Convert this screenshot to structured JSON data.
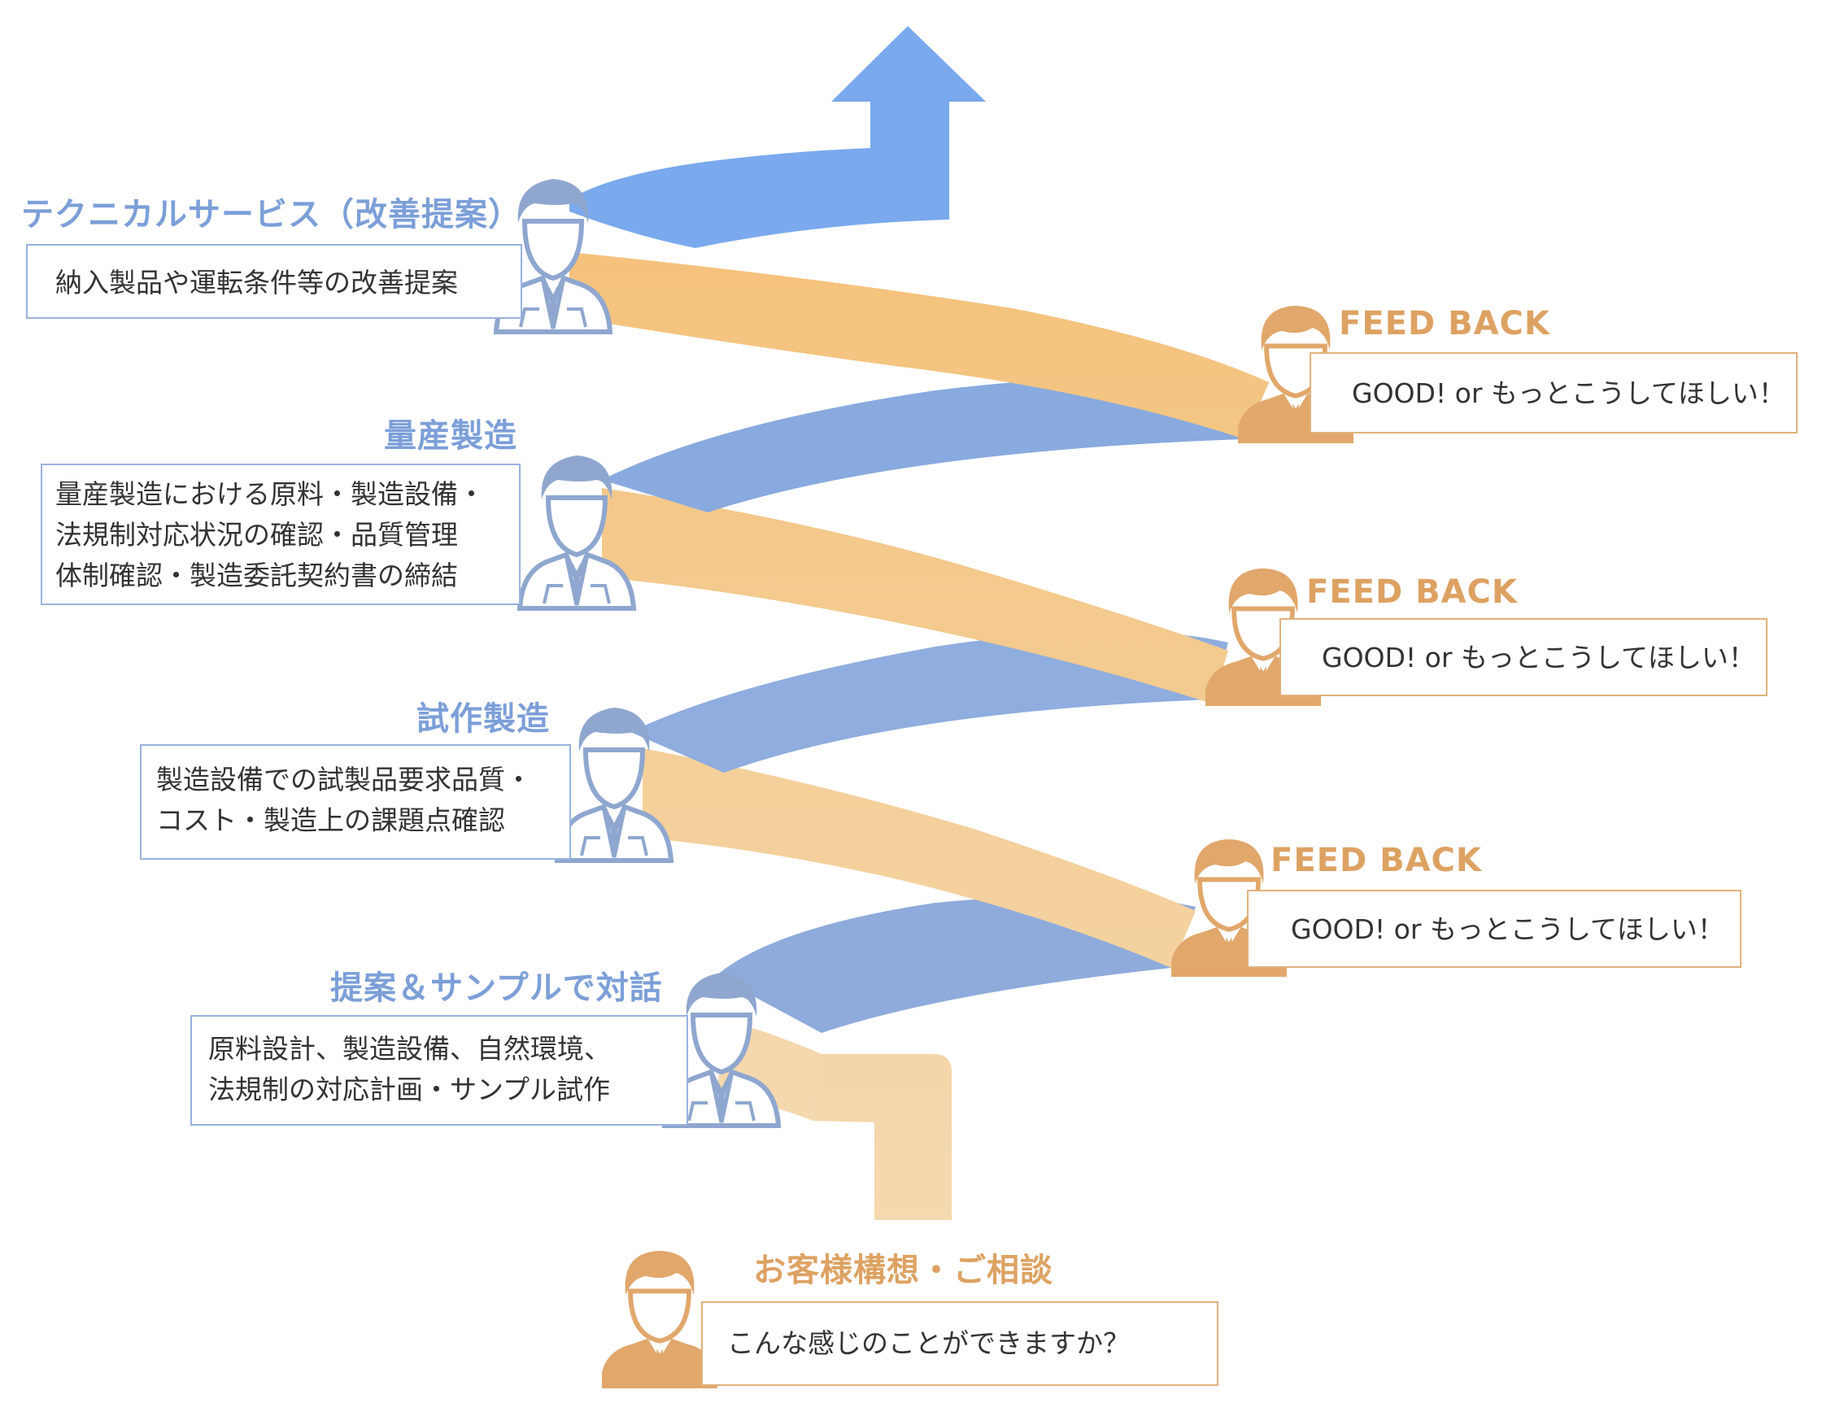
{
  "stages": [
    {
      "title": "テクニカルサービス（改善提案）",
      "lines": [
        "納入製品や運転条件等の改善提案"
      ]
    },
    {
      "title": "量産製造",
      "lines": [
        "量産製造における原料・製造設備・",
        "法規制対応状況の確認・品質管理",
        "体制確認・製造委託契約書の締結"
      ]
    },
    {
      "title": "試作製造",
      "lines": [
        "製造設備での試製品要求品質・",
        "コスト・製造上の課題点確認"
      ]
    },
    {
      "title": "提案＆サンプルで対話",
      "lines": [
        "原料設計、製造設備、自然環境、",
        "法規制の対応計画・サンプル試作"
      ]
    }
  ],
  "feedback": [
    {
      "title": "FEED BACK",
      "text": "GOOD! or もっとこうしてほしい！"
    },
    {
      "title": "FEED BACK",
      "text": "GOOD! or もっとこうしてほしい！"
    },
    {
      "title": "FEED BACK",
      "text": "GOOD! or もっとこうしてほしい！"
    }
  ],
  "customer": {
    "title": "お客様構想・ご相談",
    "text": "こんな感じのことができますか？"
  },
  "colors": {
    "company_person": "#8fa7cf",
    "customer_person": "#e1a76b",
    "band_blue": "#86a8dc",
    "band_orange": "#f2c17f",
    "arrow_blue": "#7aa9ed"
  }
}
